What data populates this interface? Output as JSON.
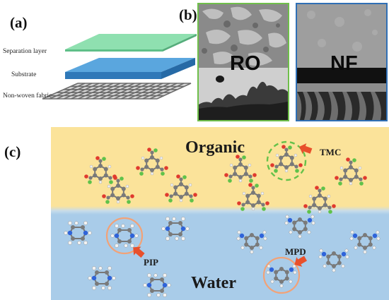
{
  "panels": {
    "a": {
      "label": "(a)",
      "layers": [
        "Separation layer",
        "Substrate",
        "Non-woven fabric"
      ],
      "colors": {
        "separation": "#7fd9a4",
        "substrate": "#3a8fd0",
        "fabric": "#777777"
      }
    },
    "b": {
      "label": "(b)",
      "ro": {
        "label": "RO",
        "border_color": "#6fbf4a"
      },
      "nf": {
        "label": "NF",
        "border_color": "#2f6fb5"
      }
    },
    "c": {
      "label": "(c)",
      "organic": {
        "label": "Organic",
        "color": "#fbe39a"
      },
      "water": {
        "label": "Water",
        "color": "#a9cce9"
      },
      "tmc_label": "TMC",
      "pip_label": "PIP",
      "mpd_label": "MPD",
      "arrow_color": "#e8502c",
      "tmc_circle_color": "#66c24a",
      "amine_circle_color": "#f2a277"
    }
  }
}
